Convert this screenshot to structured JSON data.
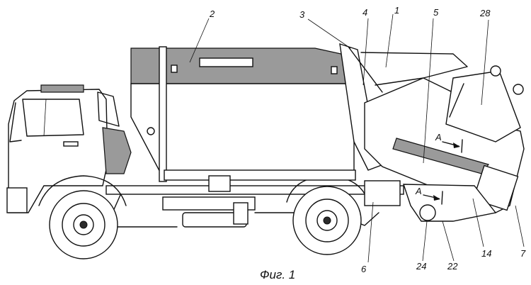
{
  "figure": {
    "caption": "Фиг. 1",
    "labels": {
      "n1": "1",
      "n2": "2",
      "n3": "3",
      "n4": "4",
      "n5": "5",
      "n6": "6",
      "n7": "7",
      "n14": "14",
      "n22": "22",
      "n24": "24",
      "n28": "28"
    },
    "section_marks": {
      "upper": "A",
      "lower": "A"
    }
  }
}
